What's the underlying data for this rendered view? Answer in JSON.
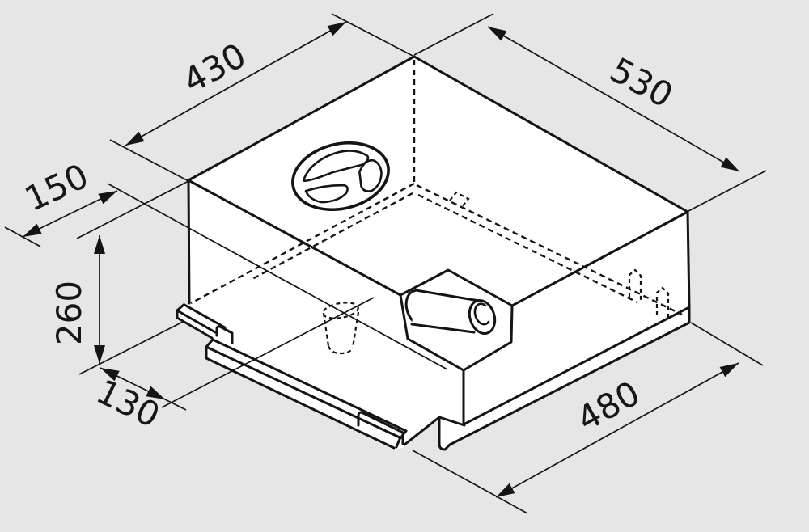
{
  "page": {
    "background": "#e6e6e6",
    "line_color": "#141414"
  },
  "diagram": {
    "type": "isometric-technical-drawing",
    "subject": "rectangular water tank with filler cap, outlet spout, drain recess and mounting rails",
    "dimensions": {
      "top_left_edge": "430",
      "top_right_edge": "530",
      "upper_left_offset": "150",
      "left_height": "260",
      "bottom_left_offset": "130",
      "bottom_right_edge": "480"
    },
    "features": [
      "filler-cap",
      "outlet-spout",
      "drain-recess",
      "front-mounting-rail",
      "hidden-rear-rail"
    ]
  }
}
